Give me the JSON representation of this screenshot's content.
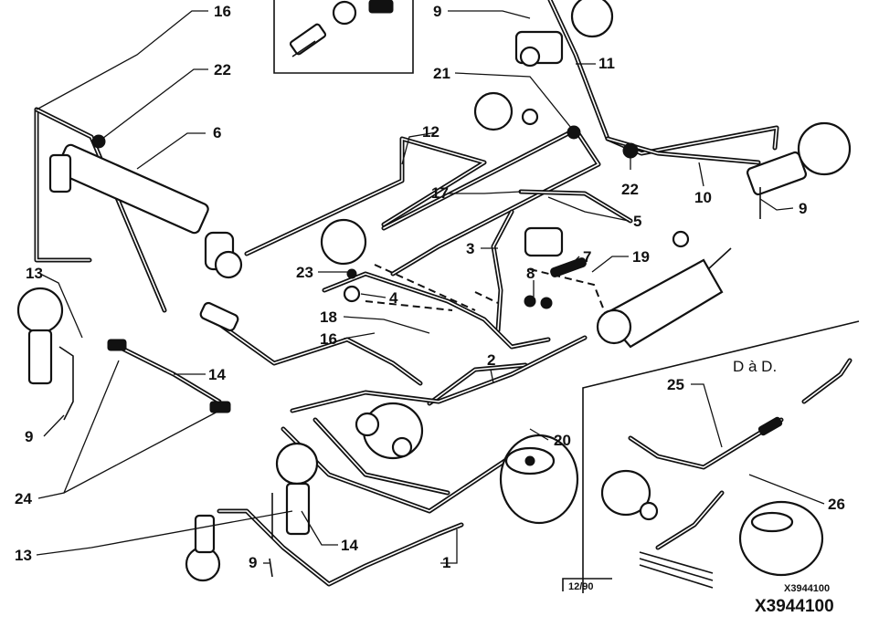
{
  "diagram": {
    "callouts": [
      {
        "id": "c16a",
        "text": "16"
      },
      {
        "id": "c22a",
        "text": "22"
      },
      {
        "id": "c6a",
        "text": "6"
      },
      {
        "id": "c9a",
        "text": "9"
      },
      {
        "id": "c11",
        "text": "11"
      },
      {
        "id": "c21",
        "text": "21"
      },
      {
        "id": "c12",
        "text": "12"
      },
      {
        "id": "c22b",
        "text": "22"
      },
      {
        "id": "c10",
        "text": "10"
      },
      {
        "id": "c9b",
        "text": "9"
      },
      {
        "id": "c17",
        "text": "17"
      },
      {
        "id": "c5",
        "text": "5"
      },
      {
        "id": "c3",
        "text": "3"
      },
      {
        "id": "c7",
        "text": "7"
      },
      {
        "id": "c19",
        "text": "19"
      },
      {
        "id": "c8",
        "text": "8"
      },
      {
        "id": "c23",
        "text": "23"
      },
      {
        "id": "c4",
        "text": "4"
      },
      {
        "id": "c18",
        "text": "18"
      },
      {
        "id": "c16b",
        "text": "16"
      },
      {
        "id": "c13a",
        "text": "13"
      },
      {
        "id": "c9c",
        "text": "9"
      },
      {
        "id": "c14a",
        "text": "14"
      },
      {
        "id": "c2",
        "text": "2"
      },
      {
        "id": "c20",
        "text": "20"
      },
      {
        "id": "c24",
        "text": "24"
      },
      {
        "id": "c13b",
        "text": "13"
      },
      {
        "id": "c14b",
        "text": "14"
      },
      {
        "id": "c9d",
        "text": "9"
      },
      {
        "id": "c1",
        "text": "1"
      },
      {
        "id": "c25",
        "text": "25"
      },
      {
        "id": "c26",
        "text": "26"
      }
    ],
    "inset_label": "D à D.",
    "date_code": "12/90",
    "ref_small": "X3944100",
    "ref_large": "X3944100"
  }
}
